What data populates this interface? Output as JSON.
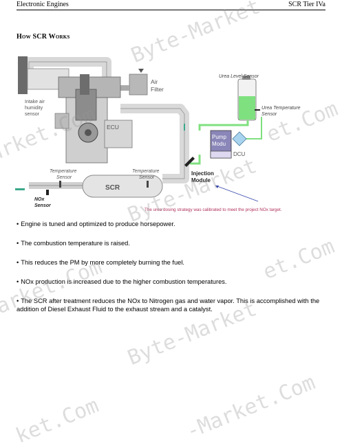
{
  "header": {
    "left": "Electronic Engines",
    "right": "SCR Tier IVa"
  },
  "section_title": "How SCR Works",
  "diagram": {
    "labels": {
      "air_filter": [
        "Air",
        "Filter"
      ],
      "intake": [
        "Intake air",
        "humidity",
        "sensor"
      ],
      "ecu": "ECU",
      "urea_level": "Urea Level Sensor",
      "urea_temp": [
        "Urea Temperature",
        "Sensor"
      ],
      "pump": [
        "Pump",
        "Modu"
      ],
      "dcu": "DCU",
      "temp_sensor_left": [
        "Temperature",
        "Sensor"
      ],
      "temp_sensor_right": [
        "Temperature",
        "Sensor"
      ],
      "scr": "SCR",
      "injection": [
        "Injection",
        "Module"
      ],
      "nox": [
        "NOx",
        "Sensor"
      ],
      "note": "The urea dosing strategy was calibrated to meet the project NOx target."
    }
  },
  "bullets": [
    "Engine is tuned and optimized to produce horsepower.",
    "The combustion temperature is raised.",
    "This reduces the PM by more completely burning the fuel.",
    "NOx production is increased due to the higher combustion temperatures.",
    "The SCR after treatment reduces the NOx to Nitrogen gas and water vapor. This is accomplished with the addition of Diesel Exhaust Fluid to the exhaust stream and a catalyst."
  ],
  "watermarks": [
    "Byte-Market",
    "Byte-Market",
    "arket.Com",
    "arket.Com",
    "et.Com",
    "et.Com",
    "Byte-Market",
    "-Market.Com",
    "ket.Com"
  ],
  "colors": {
    "accent_green": "#7fe07f",
    "pump_purple": "#8a86b8",
    "note_red": "#b0305a",
    "pipe_gray": "#d6d6d6"
  }
}
